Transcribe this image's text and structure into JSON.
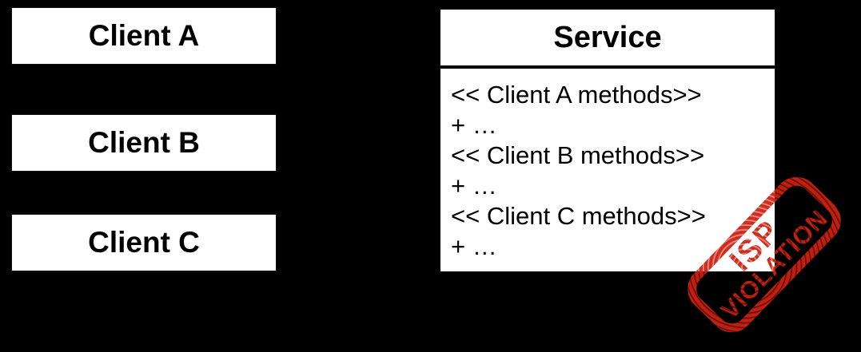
{
  "diagram": {
    "clients": [
      {
        "label": "Client A"
      },
      {
        "label": "Client B"
      },
      {
        "label": "Client C"
      }
    ],
    "service": {
      "title": "Service",
      "methods": [
        "<< Client A methods>>",
        "+ …",
        "<< Client B methods>>",
        "+ …",
        "<< Client C methods>>",
        "+ …"
      ]
    },
    "stamp": {
      "line1": "ISP",
      "line2": "VIOLATION"
    },
    "colors": {
      "background": "#000000",
      "box_fill": "#ffffff",
      "box_text": "#000000",
      "stamp_red": "#cc2211"
    }
  }
}
